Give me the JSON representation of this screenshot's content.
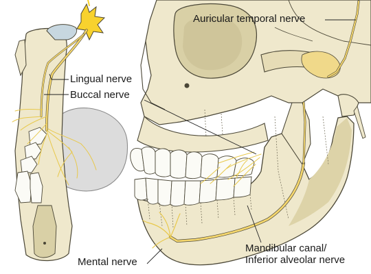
{
  "labels": {
    "auricular_temporal_nerve": "Auricular temporal nerve",
    "lingual_nerve": "Lingual nerve",
    "buccal_nerve": "Buccal nerve",
    "mental_nerve": "Mental nerve",
    "mandibular_canal_line1": "Mandibular canal/",
    "mandibular_canal_line2": "Inferior alveolar nerve"
  },
  "colors": {
    "bone": "#efe8cc",
    "bone_shadow": "#d9d0a6",
    "bone_outline": "#4a4636",
    "nerve": "#f5d76e",
    "nerve_bright": "#f8d22e",
    "tongue": "#dcdcdc",
    "teeth": "#fbfbf6",
    "leader_line": "#222222"
  }
}
